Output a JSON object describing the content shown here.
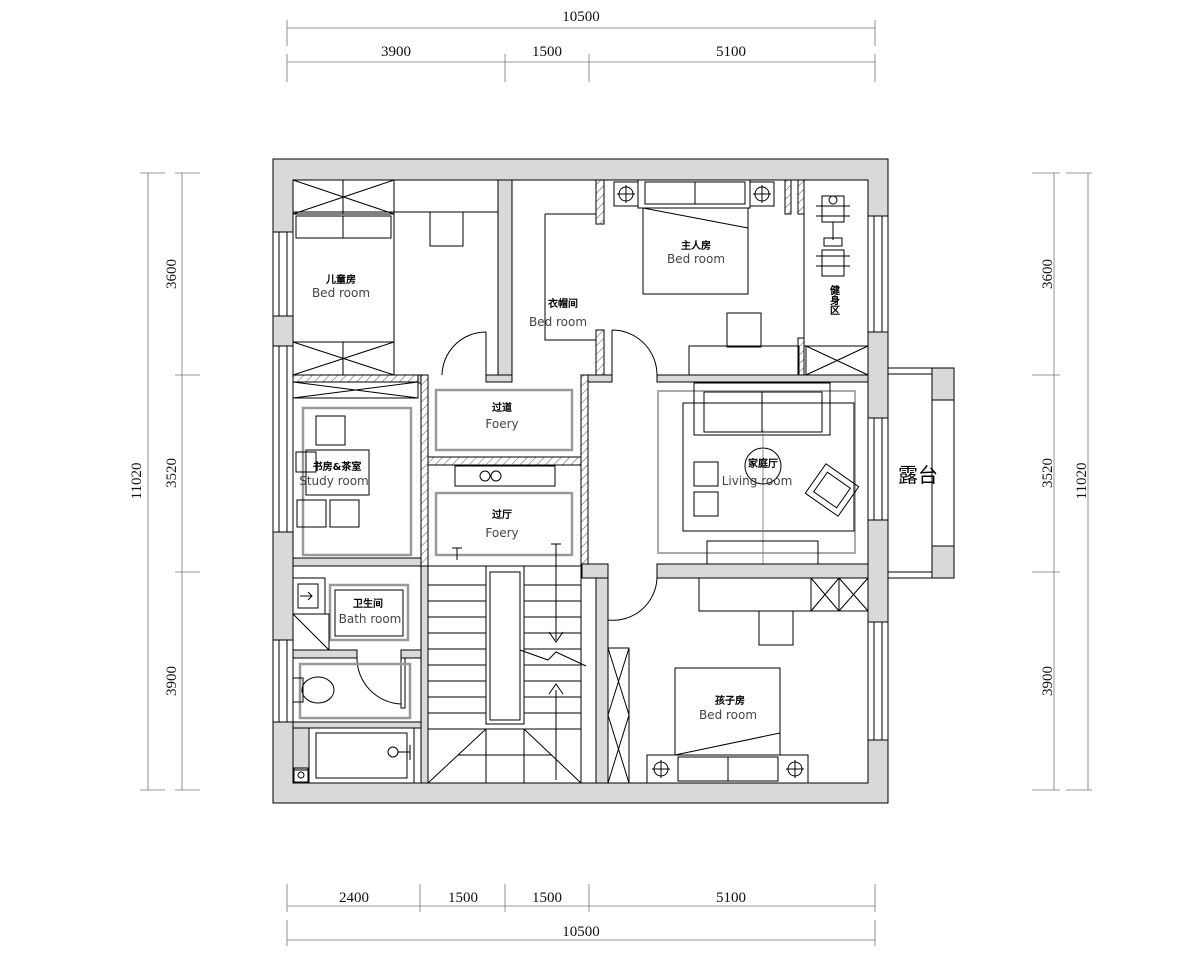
{
  "dimensions": {
    "top_total": "10500",
    "top_segments": [
      "3900",
      "1500",
      "5100"
    ],
    "bottom_segments": [
      "2400",
      "1500",
      "1500",
      "5100"
    ],
    "bottom_total": "10500",
    "left_segments": [
      "3600",
      "3520",
      "3900"
    ],
    "left_total": "11020",
    "right_segments": [
      "3600",
      "3520",
      "3900"
    ],
    "right_total": "11020"
  },
  "rooms": {
    "children_bedroom": {
      "cn": "儿童房",
      "en": "Bed room"
    },
    "master_bedroom": {
      "cn": "主人房",
      "en": "Bed room"
    },
    "walk_in_closet": {
      "cn": "衣帽间",
      "en": "Bed room"
    },
    "study": {
      "cn": "书房&茶室",
      "en": "Study room"
    },
    "passage": {
      "cn": "过道",
      "en": "Foery"
    },
    "foyer": {
      "cn": "过厅",
      "en": "Foery"
    },
    "family_room": {
      "cn": "家庭厅",
      "en": "Living room"
    },
    "bathroom": {
      "cn": "卫生间",
      "en": "Bath room"
    },
    "kids_bedroom": {
      "cn": "孩子房",
      "en": "Bed room"
    },
    "terrace": {
      "cn": "露台"
    },
    "fitness": {
      "cn": "健身区"
    }
  }
}
